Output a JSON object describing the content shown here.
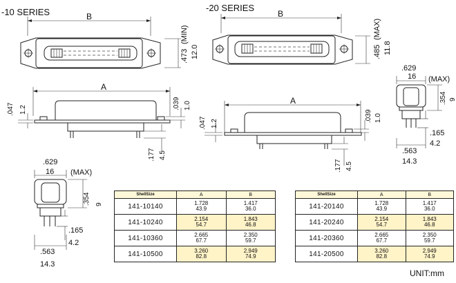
{
  "series10": {
    "title": "-10 SERIES"
  },
  "series20": {
    "title": "-20 SERIES"
  },
  "dims": {
    "b": "B",
    "a": "A",
    "d473": ".473",
    "min": "(MIN)",
    "d120": "12.0",
    "d485": ".485",
    "max": "(MAX)",
    "d118": "11.8",
    "d047": ".047",
    "d12": "1.2",
    "d039": ".039",
    "d10": "1.0",
    "d177": ".177",
    "d45": "4.5",
    "d629": ".629",
    "d16": "16",
    "d354": ".354",
    "d9": "9",
    "d165": ".165",
    "d42": "4.2",
    "d563": ".563",
    "d143": "14.3"
  },
  "table10": {
    "headers": [
      "ShellSize",
      "A",
      "B"
    ],
    "rows": [
      {
        "part": "141-10140",
        "a_in": "1.728",
        "a_mm": "43.9",
        "b_in": "1.417",
        "b_mm": "36.0"
      },
      {
        "part": "141-10240",
        "a_in": "2.154",
        "a_mm": "54.7",
        "b_in": "1.843",
        "b_mm": "46.8"
      },
      {
        "part": "141-10360",
        "a_in": "2.665",
        "a_mm": "67.7",
        "b_in": "2.350",
        "b_mm": "59.7"
      },
      {
        "part": "141-10500",
        "a_in": "3.260",
        "a_mm": "82.8",
        "b_in": "2.949",
        "b_mm": "74.9"
      }
    ]
  },
  "table20": {
    "headers": [
      "ShellSize",
      "A",
      "B"
    ],
    "rows": [
      {
        "part": "141-20140",
        "a_in": "1.728",
        "a_mm": "43.9",
        "b_in": "1.417",
        "b_mm": "36.0"
      },
      {
        "part": "141-20240",
        "a_in": "2.154",
        "a_mm": "54.7",
        "b_in": "1.843",
        "b_mm": "46.8"
      },
      {
        "part": "141-20360",
        "a_in": "2.665",
        "a_mm": "67.7",
        "b_in": "2.350",
        "b_mm": "59.7"
      },
      {
        "part": "141-20500",
        "a_in": "3.260",
        "a_mm": "82.8",
        "b_in": "2.949",
        "b_mm": "74.9"
      }
    ]
  },
  "unit": "UNIT:mm"
}
